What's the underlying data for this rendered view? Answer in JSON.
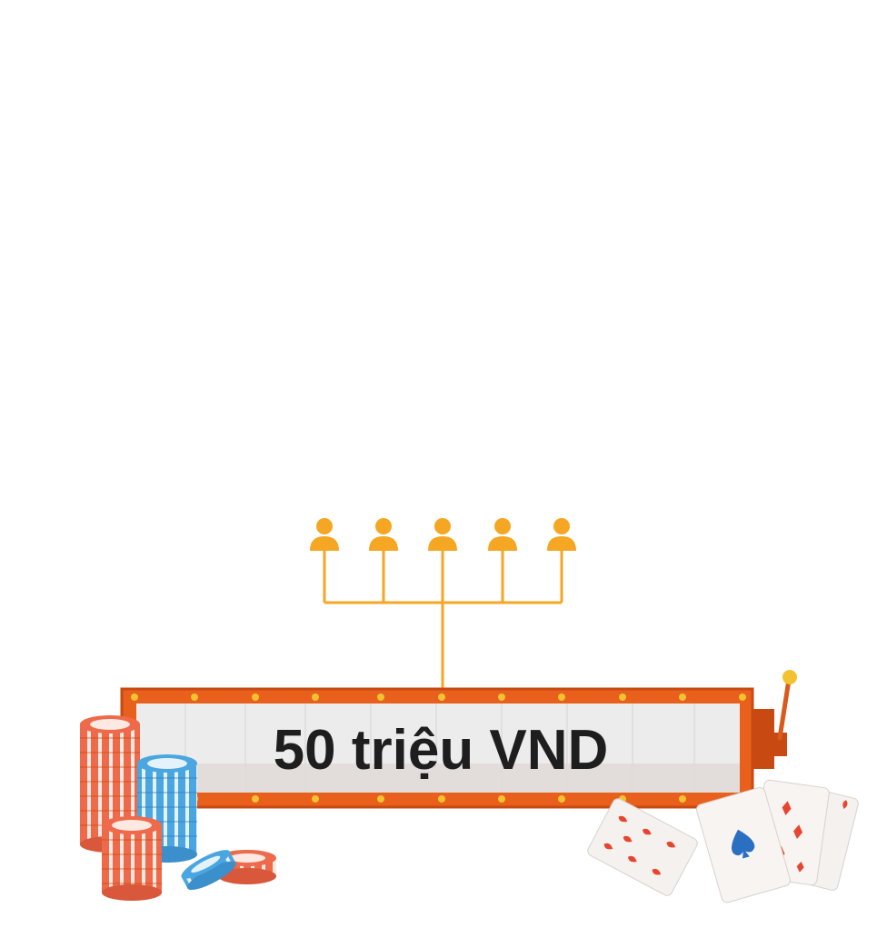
{
  "prize": {
    "amount": "50 triệu VND"
  },
  "icons": {
    "people": "person-icon",
    "tree": "connector-tree",
    "sign": "marquee-sign",
    "lever": "slot-lever",
    "chips": "poker-chip-icon",
    "cards": "playing-card-icon"
  },
  "colors": {
    "accent": "#f5a623",
    "frame": "#e8601c",
    "frame_dark": "#c84a12",
    "bulb": "#f2c230",
    "panel": "#ececec",
    "chip_red": "#ee6a4a",
    "chip_blue": "#4aa6e0",
    "card_red": "#e8452f",
    "card_blue": "#2b6fc2"
  }
}
